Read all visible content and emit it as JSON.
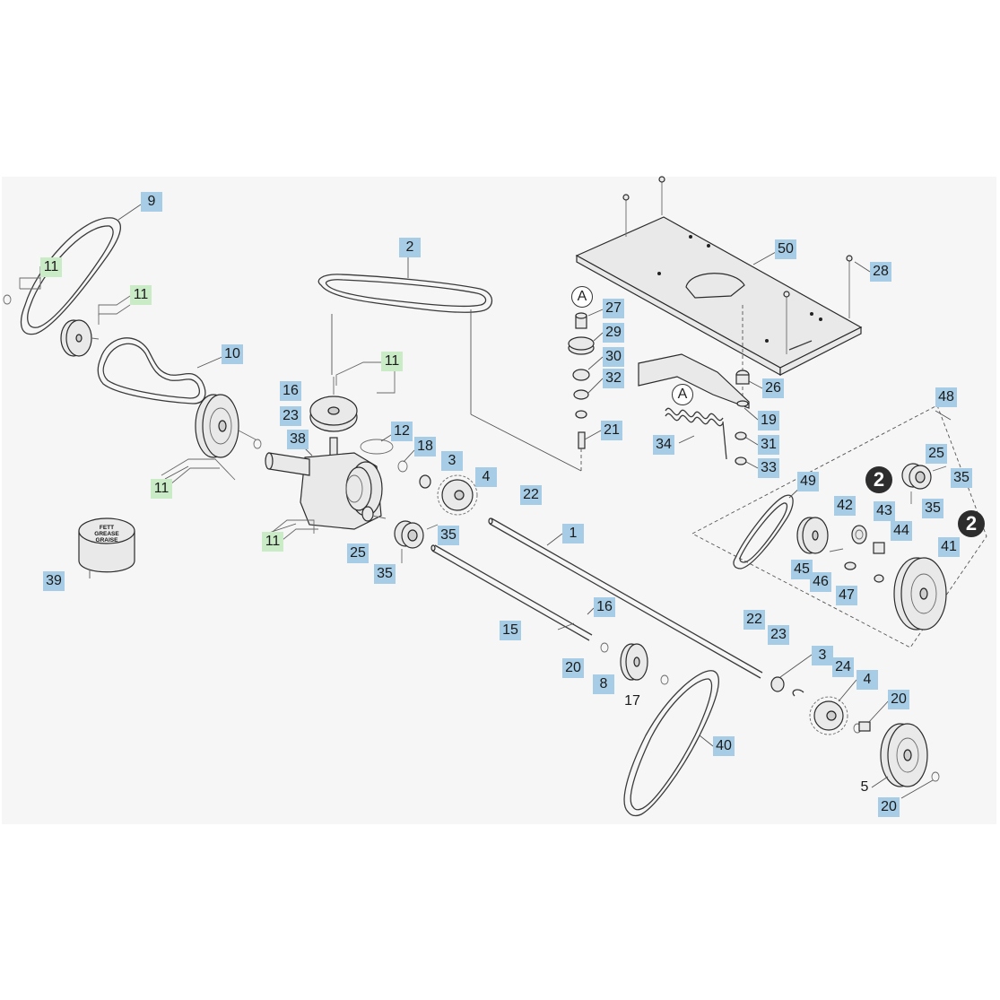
{
  "diagram": {
    "callouts": [
      {
        "id": "c-9",
        "text": "9",
        "style": "blue"
      },
      {
        "id": "c-11a",
        "text": "11",
        "style": "green"
      },
      {
        "id": "c-11b",
        "text": "11",
        "style": "green"
      },
      {
        "id": "c-10",
        "text": "10",
        "style": "blue"
      },
      {
        "id": "c-2",
        "text": "2",
        "style": "blue"
      },
      {
        "id": "c-11c",
        "text": "11",
        "style": "green"
      },
      {
        "id": "c-16a",
        "text": "16",
        "style": "blue"
      },
      {
        "id": "c-23a",
        "text": "23",
        "style": "blue"
      },
      {
        "id": "c-38",
        "text": "38",
        "style": "blue"
      },
      {
        "id": "c-12",
        "text": "12",
        "style": "blue"
      },
      {
        "id": "c-18",
        "text": "18",
        "style": "blue"
      },
      {
        "id": "c-3a",
        "text": "3",
        "style": "blue"
      },
      {
        "id": "c-4a",
        "text": "4",
        "style": "blue"
      },
      {
        "id": "c-11d",
        "text": "11",
        "style": "green"
      },
      {
        "id": "c-11e",
        "text": "11",
        "style": "green"
      },
      {
        "id": "c-22a",
        "text": "22",
        "style": "blue"
      },
      {
        "id": "c-25a",
        "text": "25",
        "style": "blue"
      },
      {
        "id": "c-35a",
        "text": "35",
        "style": "blue"
      },
      {
        "id": "c-35b",
        "text": "35",
        "style": "blue"
      },
      {
        "id": "c-1",
        "text": "1",
        "style": "blue"
      },
      {
        "id": "c-39",
        "text": "39",
        "style": "blue"
      },
      {
        "id": "c-50",
        "text": "50",
        "style": "blue"
      },
      {
        "id": "c-28",
        "text": "28",
        "style": "blue"
      },
      {
        "id": "c-27",
        "text": "27",
        "style": "blue"
      },
      {
        "id": "c-29",
        "text": "29",
        "style": "blue"
      },
      {
        "id": "c-30",
        "text": "30",
        "style": "blue"
      },
      {
        "id": "c-32",
        "text": "32",
        "style": "blue"
      },
      {
        "id": "c-26",
        "text": "26",
        "style": "blue"
      },
      {
        "id": "c-19",
        "text": "19",
        "style": "blue"
      },
      {
        "id": "c-21",
        "text": "21",
        "style": "blue"
      },
      {
        "id": "c-31",
        "text": "31",
        "style": "blue"
      },
      {
        "id": "c-34",
        "text": "34",
        "style": "blue"
      },
      {
        "id": "c-33",
        "text": "33",
        "style": "blue"
      },
      {
        "id": "c-48",
        "text": "48",
        "style": "blue"
      },
      {
        "id": "c-25b",
        "text": "25",
        "style": "blue"
      },
      {
        "id": "c-35c",
        "text": "35",
        "style": "blue"
      },
      {
        "id": "c-35d",
        "text": "35",
        "style": "blue"
      },
      {
        "id": "c-49",
        "text": "49",
        "style": "blue"
      },
      {
        "id": "c-42",
        "text": "42",
        "style": "blue"
      },
      {
        "id": "c-43",
        "text": "43",
        "style": "blue"
      },
      {
        "id": "c-44",
        "text": "44",
        "style": "blue"
      },
      {
        "id": "c-41",
        "text": "41",
        "style": "blue"
      },
      {
        "id": "c-45",
        "text": "45",
        "style": "blue"
      },
      {
        "id": "c-46",
        "text": "46",
        "style": "blue"
      },
      {
        "id": "c-47",
        "text": "47",
        "style": "blue"
      },
      {
        "id": "c-16b",
        "text": "16",
        "style": "blue"
      },
      {
        "id": "c-15",
        "text": "15",
        "style": "blue"
      },
      {
        "id": "c-20a",
        "text": "20",
        "style": "blue"
      },
      {
        "id": "c-8",
        "text": "8",
        "style": "blue"
      },
      {
        "id": "c-17",
        "text": "17",
        "style": "plain"
      },
      {
        "id": "c-22b",
        "text": "22",
        "style": "blue"
      },
      {
        "id": "c-23b",
        "text": "23",
        "style": "blue"
      },
      {
        "id": "c-3b",
        "text": "3",
        "style": "blue"
      },
      {
        "id": "c-24",
        "text": "24",
        "style": "blue"
      },
      {
        "id": "c-4b",
        "text": "4",
        "style": "blue"
      },
      {
        "id": "c-40",
        "text": "40",
        "style": "blue"
      },
      {
        "id": "c-20b",
        "text": "20",
        "style": "blue"
      },
      {
        "id": "c-5",
        "text": "5",
        "style": "plain"
      },
      {
        "id": "c-20c",
        "text": "20",
        "style": "blue"
      }
    ],
    "markers": [
      {
        "id": "m-a1",
        "text": "A"
      },
      {
        "id": "m-a2",
        "text": "A"
      }
    ],
    "badges": [
      {
        "id": "b-2a",
        "text": "2"
      },
      {
        "id": "b-2b",
        "text": "2"
      }
    ],
    "grease_can": {
      "line1": "FETT",
      "line2": "GREASE",
      "line3": "GRAISE"
    }
  }
}
